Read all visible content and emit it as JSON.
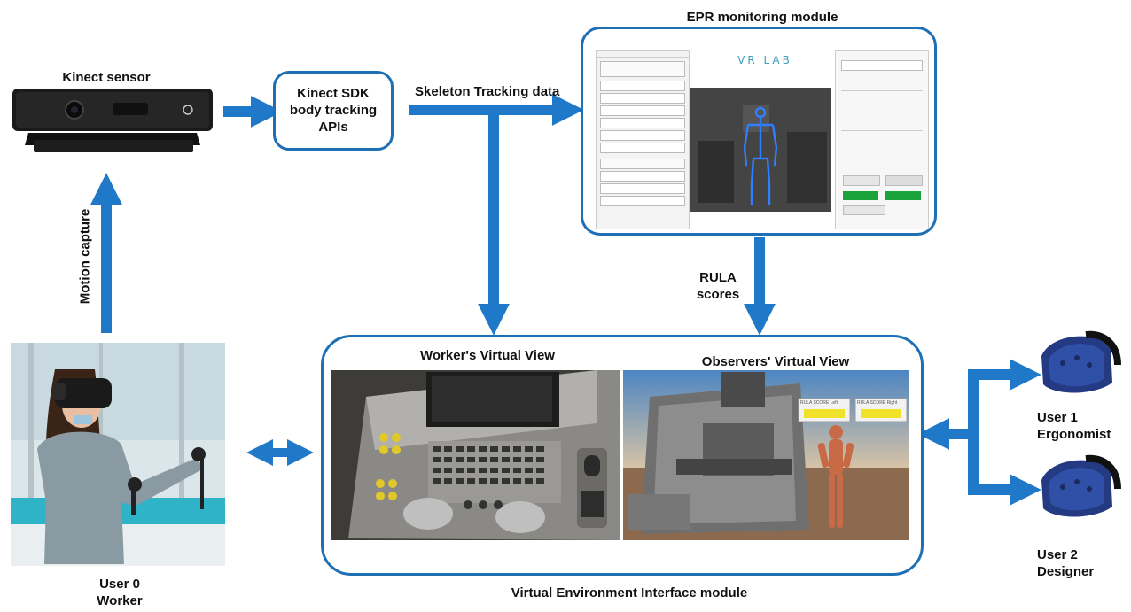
{
  "labels": {
    "kinect_sensor": "Kinect sensor",
    "kinect_sdk": [
      "Kinect SDK",
      "body tracking",
      "APIs"
    ],
    "skeleton_tracking": "Skeleton Tracking data",
    "epr_module": "EPR monitoring module",
    "motion_capture": "Motion capture",
    "rula_scores": [
      "RULA",
      "scores"
    ],
    "worker_view": "Worker's Virtual View",
    "observer_view": "Observers' Virtual View",
    "vei_module": "Virtual Environment Interface module",
    "user0": [
      "User 0",
      "Worker"
    ],
    "user1": [
      "User 1",
      "Ergonomist"
    ],
    "user2": [
      "User 2",
      "Designer"
    ]
  },
  "epr_screenshot": {
    "logo": "VR LAB"
  },
  "observer_panels": {
    "left": "RULA SCORE Left",
    "right": "RULA SCORE Right"
  },
  "colors": {
    "arrow": "#1f78c8",
    "box_border": "#1f6fb4",
    "headset": "#2a3f8f"
  }
}
